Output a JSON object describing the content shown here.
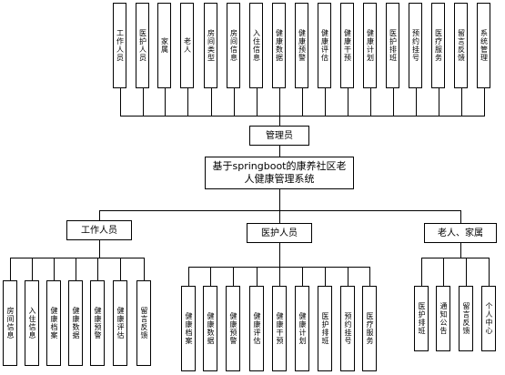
{
  "top_modules": [
    "工作人员",
    "医护人员",
    "家属",
    "老人",
    "房间类型",
    "房间信息",
    "入住信息",
    "健康数据",
    "健康预警",
    "健康评估",
    "健康干预",
    "健康计划",
    "医护排班",
    "预约挂号",
    "医疗服务",
    "留言反馈",
    "系统管理"
  ],
  "admin_label": "管理员",
  "root_title": "基于springboot的康养社区老人健康管理系统",
  "branches": [
    {
      "label": "工作人员",
      "modules": [
        "房间信息",
        "入住信息",
        "健康档案",
        "健康数据",
        "健康预警",
        "健康评估",
        "留言反馈"
      ]
    },
    {
      "label": "医护人员",
      "modules": [
        "健康档案",
        "健康数据",
        "健康预警",
        "健康评估",
        "健康干预",
        "健康计划",
        "医护排班",
        "预约挂号",
        "医疗服务"
      ]
    },
    {
      "label": "老人、家属",
      "modules": [
        "医护排班",
        "通知公告",
        "留言反馈",
        "个人中心"
      ]
    }
  ],
  "colors": {
    "line": "#000000",
    "box_border": "#000000",
    "background": "#ffffff"
  }
}
